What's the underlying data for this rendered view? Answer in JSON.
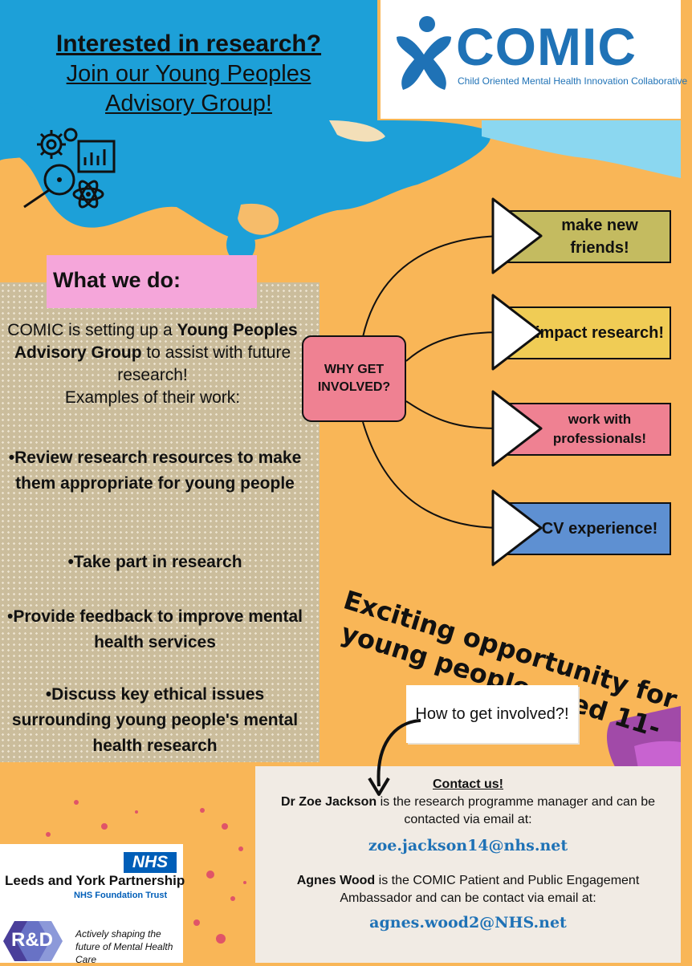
{
  "header": {
    "line1": "Interested in research?",
    "line2": "Join our Young Peoples",
    "line3": "Advisory Group!"
  },
  "logo": {
    "name": "COMIC",
    "subtitle": "Child Oriented Mental Health Innovation Collaborative",
    "brand_color": "#1f72b6"
  },
  "what_we_do": {
    "title": "What we do:",
    "intro_part1": "COMIC is setting up a ",
    "intro_bold": "Young Peoples Advisory Group",
    "intro_part2": " to assist with future research!",
    "examples_label": "Examples of their work:",
    "bullets": [
      "•Review research resources to make them appropriate for young people",
      "•Take part in research",
      "•Provide feedback to improve mental health services",
      "•Discuss key ethical issues surrounding young people's mental health research"
    ]
  },
  "why": {
    "label": "WHY GET INVOLVED?",
    "reasons": [
      {
        "text": "make new friends!",
        "color": "#c4bb60"
      },
      {
        "text": "impact research!",
        "color": "#f0cc55"
      },
      {
        "text": "work with professionals!",
        "color": "#ef8192"
      },
      {
        "text": "CV experience!",
        "color": "#5e90d2"
      }
    ]
  },
  "opportunity": {
    "line1": "Exciting opportunity for",
    "line2": "young people aged 11-20!"
  },
  "how": {
    "label": "How to get involved?!"
  },
  "contact": {
    "title": "Contact us!",
    "person1_name": "Dr Zoe Jackson",
    "person1_text": " is the research programme manager and can be contacted via email at:",
    "person1_email": "zoe.jackson14@nhs.net",
    "person2_name": "Agnes Wood",
    "person2_text": " is the COMIC Patient and Public Engagement Ambassador and can be contact via email at:",
    "person2_email": "agnes.wood2@NHS.net"
  },
  "footer": {
    "nhs_badge": "NHS",
    "trust_name": "Leeds and York Partnership",
    "trust_sub": "NHS Foundation Trust",
    "rd_badge": "R&D",
    "tagline": "Actively shaping the future of Mental Health Care"
  },
  "icons": [
    "gears-icon",
    "bar-chart-icon",
    "magnifier-icon",
    "atom-icon",
    "play-arrow-icon",
    "curved-arrow-icon"
  ]
}
